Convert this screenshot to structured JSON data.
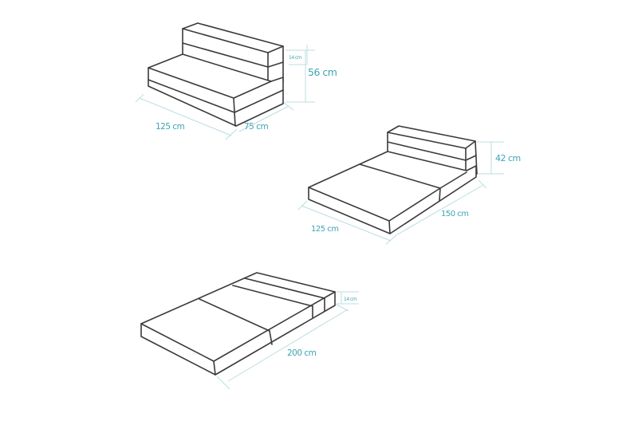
{
  "accent_color": "#3fa3b6",
  "diagrams": [
    {
      "name": "sofa-configuration",
      "dimensions": {
        "width": "125 cm",
        "depth": "75 cm",
        "height": "56 cm",
        "layer": "14 cm"
      }
    },
    {
      "name": "chair-bed-configuration",
      "dimensions": {
        "width": "125 cm",
        "length": "150 cm",
        "height": "42 cm"
      }
    },
    {
      "name": "flat-mattress-configuration",
      "dimensions": {
        "length": "200 cm",
        "thickness": "14 cm"
      }
    }
  ]
}
